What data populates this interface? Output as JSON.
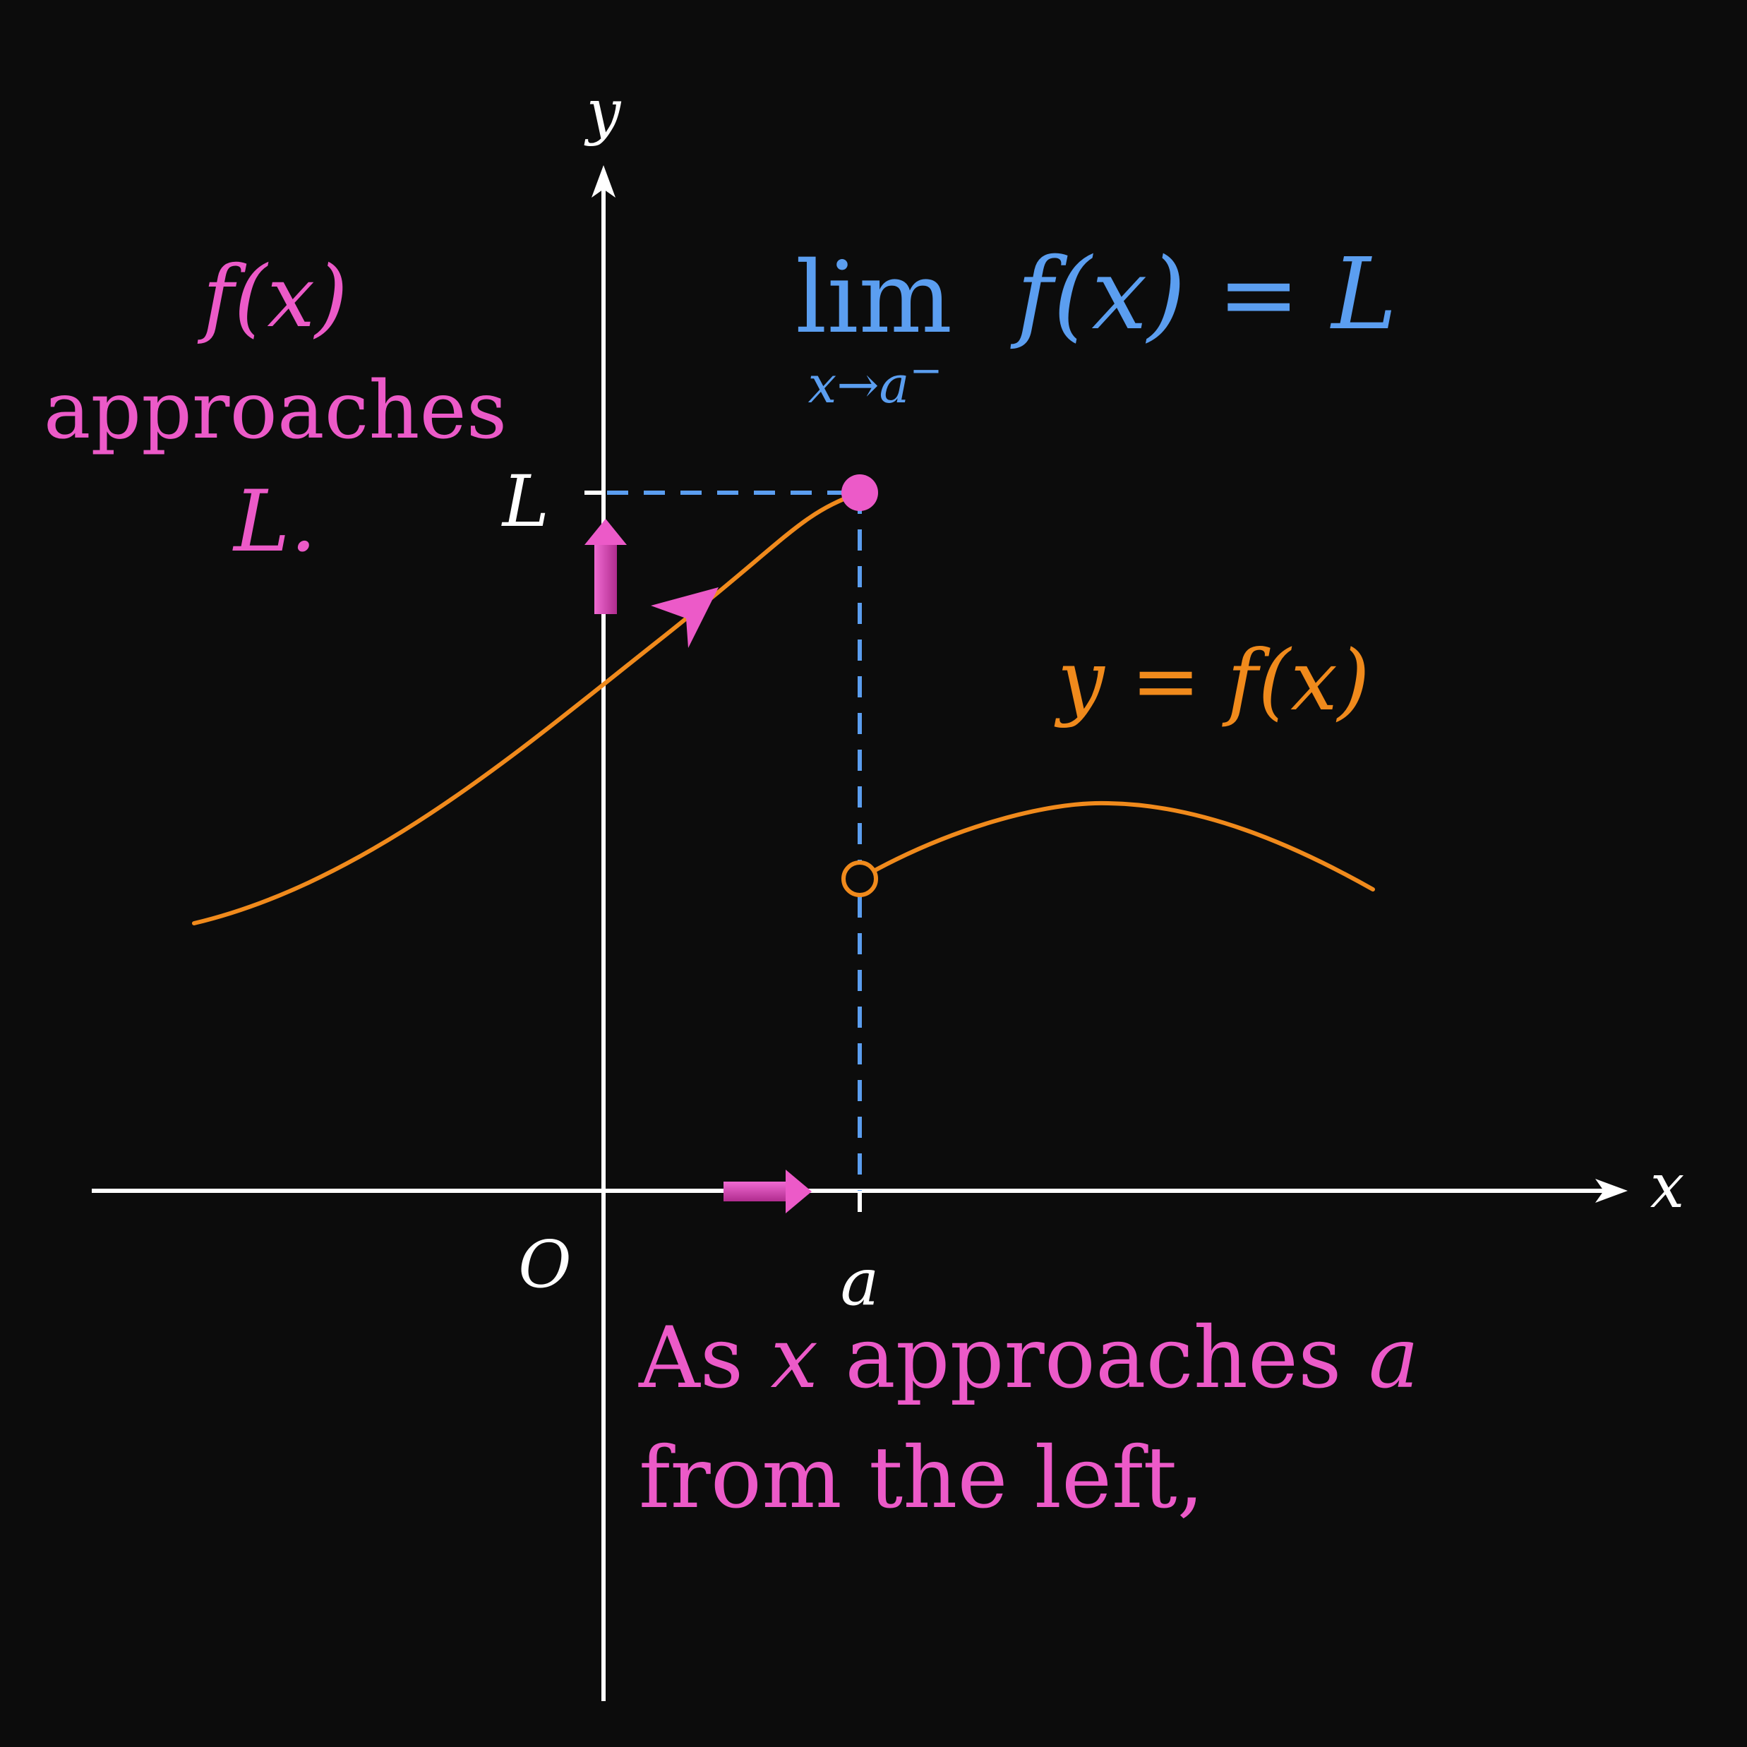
{
  "colors": {
    "background": "#0c0c0c",
    "axis": "#ffffff",
    "curve": "#f08a1c",
    "limit": "#5b9ef0",
    "annotation": "#ec5ac8"
  },
  "axes": {
    "x_label": "x",
    "y_label": "y",
    "origin_label": "O",
    "a_label": "a",
    "L_label": "L"
  },
  "limit_expression": {
    "lim": "lim",
    "subscript_x": "x",
    "subscript_arrow": "→",
    "subscript_a": "a",
    "subscript_minus": "−",
    "function": "f(x) = L"
  },
  "curve_label": "y = f(x)",
  "annotation_left": {
    "line1": "f(x)",
    "line2": "approaches",
    "line3": "L."
  },
  "annotation_bottom": {
    "line1_pre": "As ",
    "line1_var": "x",
    "line1_mid": " approaches ",
    "line1_var2": "a",
    "line2": "from the left,"
  },
  "icons": [
    "point-closed-icon",
    "point-open-icon",
    "arrow-up-icon",
    "arrow-right-icon",
    "curve-direction-arrow-icon"
  ]
}
